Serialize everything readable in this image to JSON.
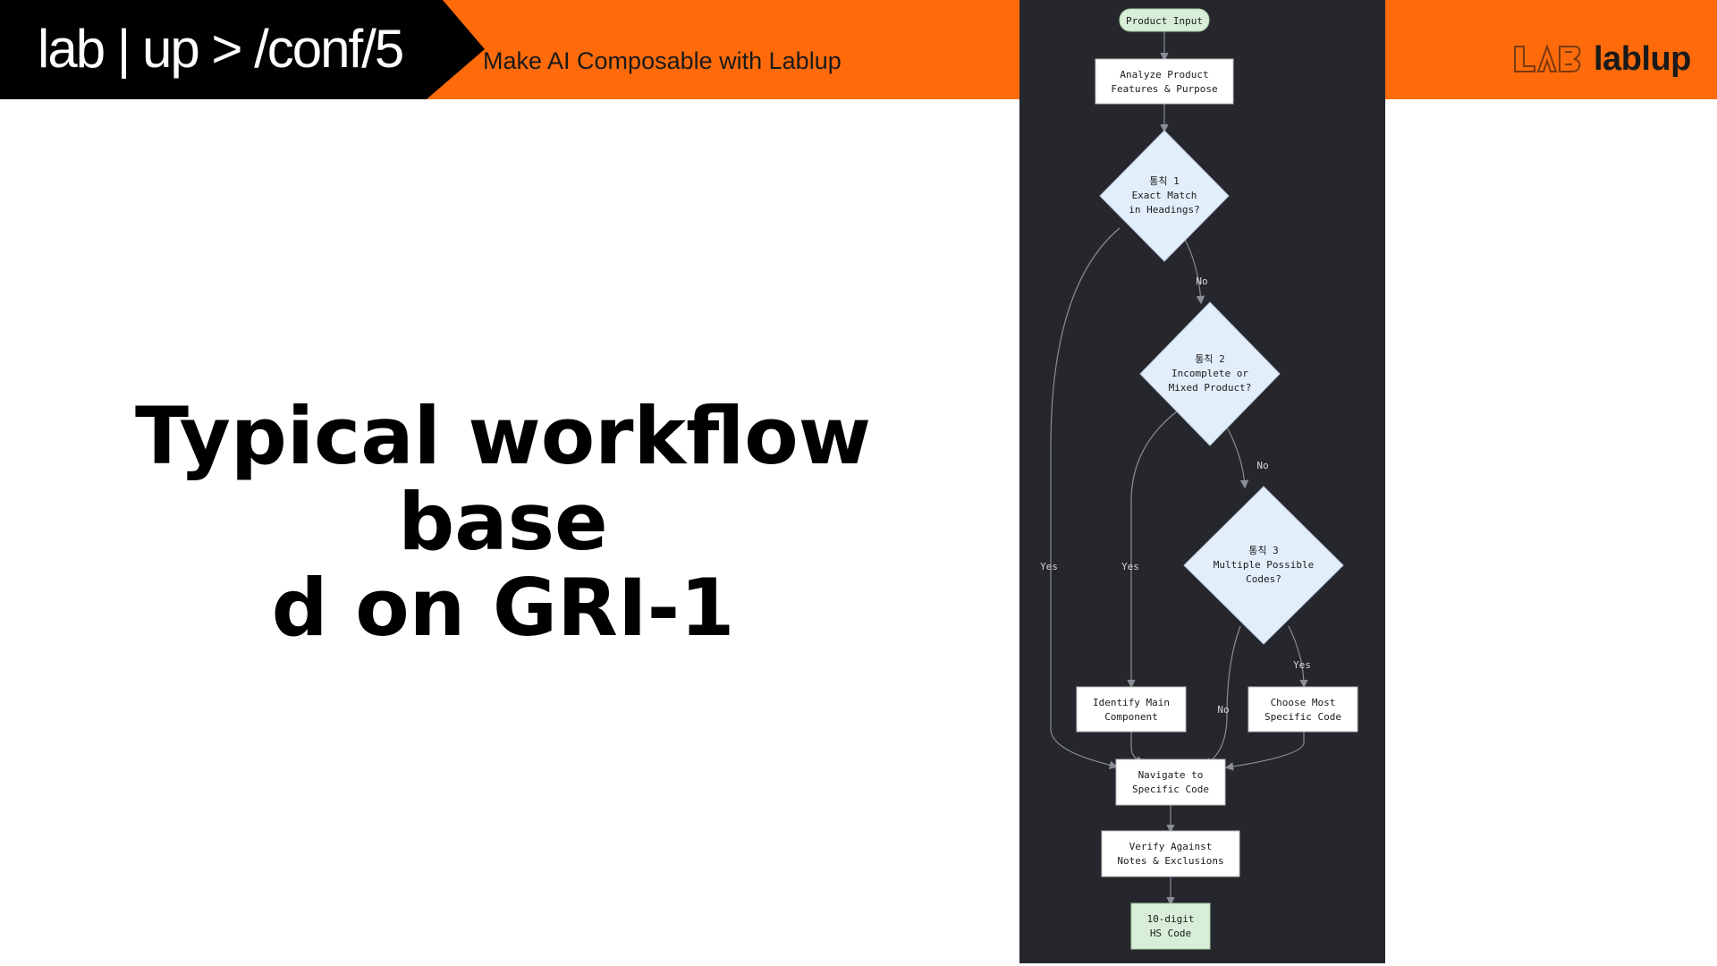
{
  "header": {
    "brand": "lab | up > /conf/5",
    "tagline": "Make AI Composable with Lablup",
    "logo_text": "lablup",
    "logo_icon": "lablup-logo-icon"
  },
  "slide": {
    "title_line1": "Typical workflow base",
    "title_line2": "d on GRI-1"
  },
  "diagram": {
    "nodes": {
      "start": "Product Input",
      "analyze": [
        "Analyze Product",
        "Features & Purpose"
      ],
      "rule1": [
        "통칙 1",
        "Exact Match",
        "in Headings?"
      ],
      "rule2": [
        "통칙 2",
        "Incomplete or",
        "Mixed Product?"
      ],
      "rule3": [
        "통칙 3",
        "Multiple Possible",
        "Codes?"
      ],
      "identify": [
        "Identify Main",
        "Component"
      ],
      "choose": [
        "Choose Most",
        "Specific Code"
      ],
      "navigate": [
        "Navigate to",
        "Specific Code"
      ],
      "verify": [
        "Verify Against",
        "Notes & Exclusions"
      ],
      "result": [
        "10-digit",
        "HS Code"
      ]
    },
    "edge_labels": {
      "rule1_no": "No",
      "rule2_no": "No",
      "rule1_yes": "Yes",
      "rule2_yes": "Yes",
      "rule3_yes": "Yes",
      "rule3_no": "No"
    },
    "colors": {
      "panel_bg": "#26272d",
      "node_fill": "#ffffff",
      "decision_fill": "#e3eefb",
      "terminal_fill": "#d8eed8",
      "edge": "#8a8d96"
    }
  }
}
